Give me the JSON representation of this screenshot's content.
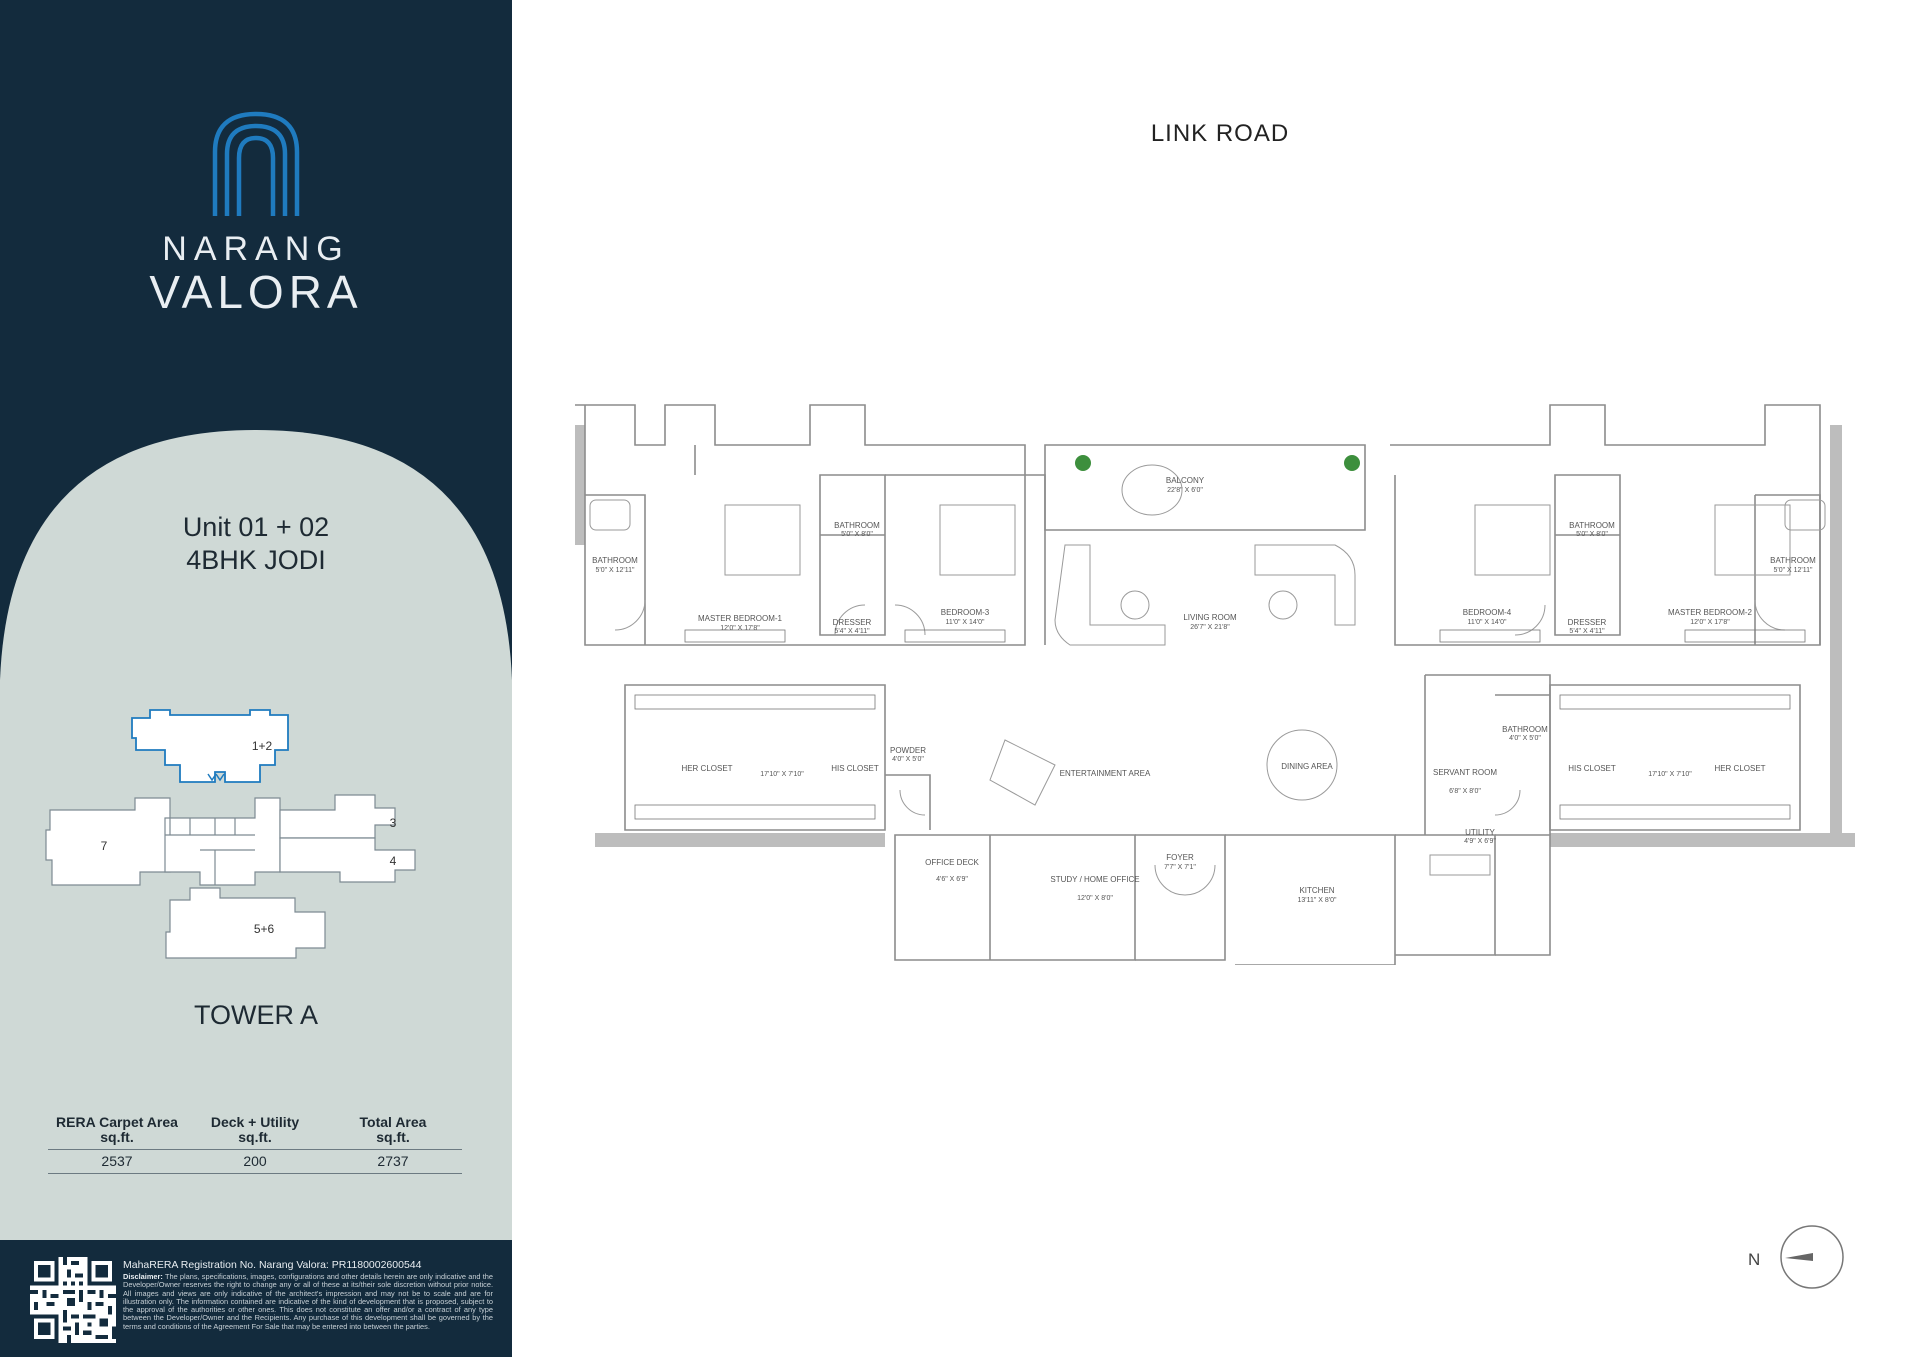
{
  "brand": {
    "name_line1": "NARANG",
    "name_line2": "VALORA",
    "accent_color": "#1f7bbf"
  },
  "unit": {
    "title": "Unit 01 + 02",
    "type": "4BHK JODI"
  },
  "key_plan": {
    "blocks": [
      "1+2",
      "3",
      "4",
      "7",
      "5+6"
    ],
    "tower": "TOWER A"
  },
  "area_table": {
    "headers": [
      {
        "line1": "RERA Carpet Area",
        "line2": "sq.ft."
      },
      {
        "line1": "Deck + Utility",
        "line2": "sq.ft."
      },
      {
        "line1": "Total Area",
        "line2": "sq.ft."
      }
    ],
    "values": [
      "2537",
      "200",
      "2737"
    ]
  },
  "footer": {
    "rera": "MahaRERA Registration No. Narang Valora: PR1180002600544",
    "disclaimer_label": "Disclaimer:",
    "disclaimer": "The plans, specifications, images, configurations and other details herein are only indicative and the Developer/Owner reserves the right to change any or all of these at its/their sole discretion without prior notice. All images and views are only indicative of the architect's impression and may not be to scale and are for illustration only. The information contained are indicative of the kind of development that is proposed, subject to the approval of the authorities or other ones. This does not constitute an offer and/or a contract of any type between the Developer/Owner and the Recipients. Any purchase of this development shall be governed by the terms and conditions of the Agreement For Sale that may be entered into between the parties."
  },
  "plan": {
    "road": "LINK ROAD",
    "rooms": [
      {
        "name": "BALCONY",
        "dim": "22'8\" X 6'0\""
      },
      {
        "name": "BATHROOM",
        "dim": "5'0\" X 12'11\""
      },
      {
        "name": "MASTER BEDROOM-1",
        "dim": "12'0\" X 17'8\""
      },
      {
        "name": "BATHROOM",
        "dim": "5'0\" X 8'0\""
      },
      {
        "name": "DRESSER",
        "dim": "5'4\" X 4'11\""
      },
      {
        "name": "BEDROOM-3",
        "dim": "11'0\" X 14'0\""
      },
      {
        "name": "LIVING ROOM",
        "dim": "26'7\" X 21'8\""
      },
      {
        "name": "BEDROOM-4",
        "dim": "11'0\" X 14'0\""
      },
      {
        "name": "BATHROOM",
        "dim": "5'0\" X 8'0\""
      },
      {
        "name": "DRESSER",
        "dim": "5'4\" X 4'11\""
      },
      {
        "name": "MASTER BEDROOM-2",
        "dim": "12'0\" X 17'8\""
      },
      {
        "name": "BATHROOM",
        "dim": "5'0\" X 12'11\""
      },
      {
        "name": "HER CLOSET",
        "dim": ""
      },
      {
        "name": "",
        "dim": "17'10\" X 7'10\""
      },
      {
        "name": "HIS CLOSET",
        "dim": ""
      },
      {
        "name": "POWDER",
        "dim": "4'0\" X 5'0\""
      },
      {
        "name": "ENTERTAINMENT AREA",
        "dim": ""
      },
      {
        "name": "DINING AREA",
        "dim": ""
      },
      {
        "name": "SERVANT ROOM",
        "dim": "6'8\" X 8'0\""
      },
      {
        "name": "BATHROOM",
        "dim": "4'0\" X 5'0\""
      },
      {
        "name": "HIS CLOSET",
        "dim": ""
      },
      {
        "name": "",
        "dim": "17'10\" X 7'10\""
      },
      {
        "name": "HER CLOSET",
        "dim": ""
      },
      {
        "name": "UTILITY",
        "dim": "4'9\" X 6'9\""
      },
      {
        "name": "OFFICE DECK",
        "dim": "4'6\" X 6'9\""
      },
      {
        "name": "STUDY / HOME OFFICE",
        "dim": "12'0\" X 8'0\""
      },
      {
        "name": "FOYER",
        "dim": "7'7\" X 7'1\""
      },
      {
        "name": "KITCHEN",
        "dim": "13'11\" X 8'0\""
      }
    ]
  },
  "north": {
    "label": "N"
  }
}
